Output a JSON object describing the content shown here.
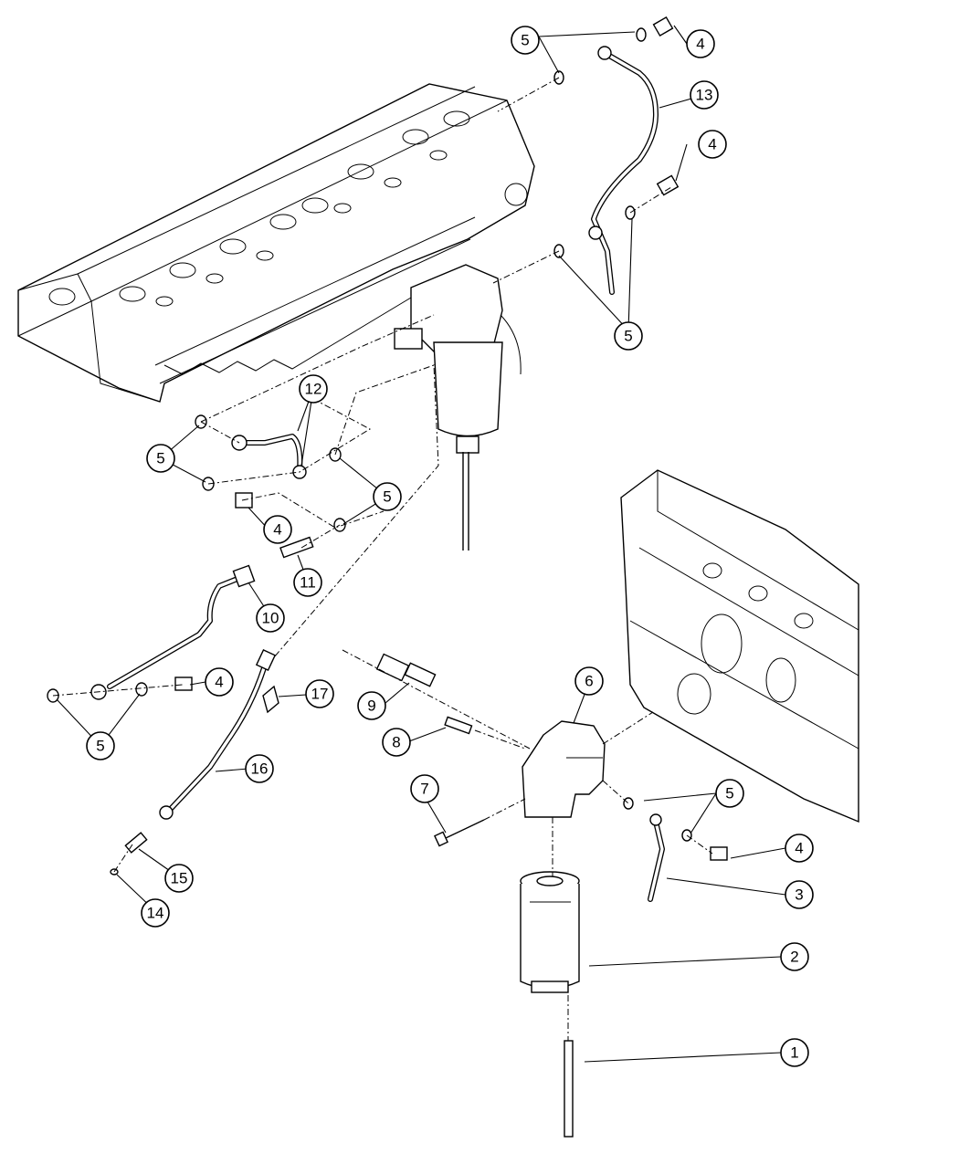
{
  "callouts": [
    {
      "id": "c1",
      "label": "1"
    },
    {
      "id": "c2",
      "label": "2"
    },
    {
      "id": "c3",
      "label": "3"
    },
    {
      "id": "c4a",
      "label": "4"
    },
    {
      "id": "c4b",
      "label": "4"
    },
    {
      "id": "c4c",
      "label": "4"
    },
    {
      "id": "c4d",
      "label": "4"
    },
    {
      "id": "c4e",
      "label": "4"
    },
    {
      "id": "c5a",
      "label": "5"
    },
    {
      "id": "c5b",
      "label": "5"
    },
    {
      "id": "c5c",
      "label": "5"
    },
    {
      "id": "c5d",
      "label": "5"
    },
    {
      "id": "c5e",
      "label": "5"
    },
    {
      "id": "c5f",
      "label": "5"
    },
    {
      "id": "c6",
      "label": "6"
    },
    {
      "id": "c7",
      "label": "7"
    },
    {
      "id": "c8",
      "label": "8"
    },
    {
      "id": "c9",
      "label": "9"
    },
    {
      "id": "c10",
      "label": "10"
    },
    {
      "id": "c11",
      "label": "11"
    },
    {
      "id": "c12",
      "label": "12"
    },
    {
      "id": "c13",
      "label": "13"
    },
    {
      "id": "c14",
      "label": "14"
    },
    {
      "id": "c15",
      "label": "15"
    },
    {
      "id": "c16",
      "label": "16"
    },
    {
      "id": "c17",
      "label": "17"
    }
  ]
}
